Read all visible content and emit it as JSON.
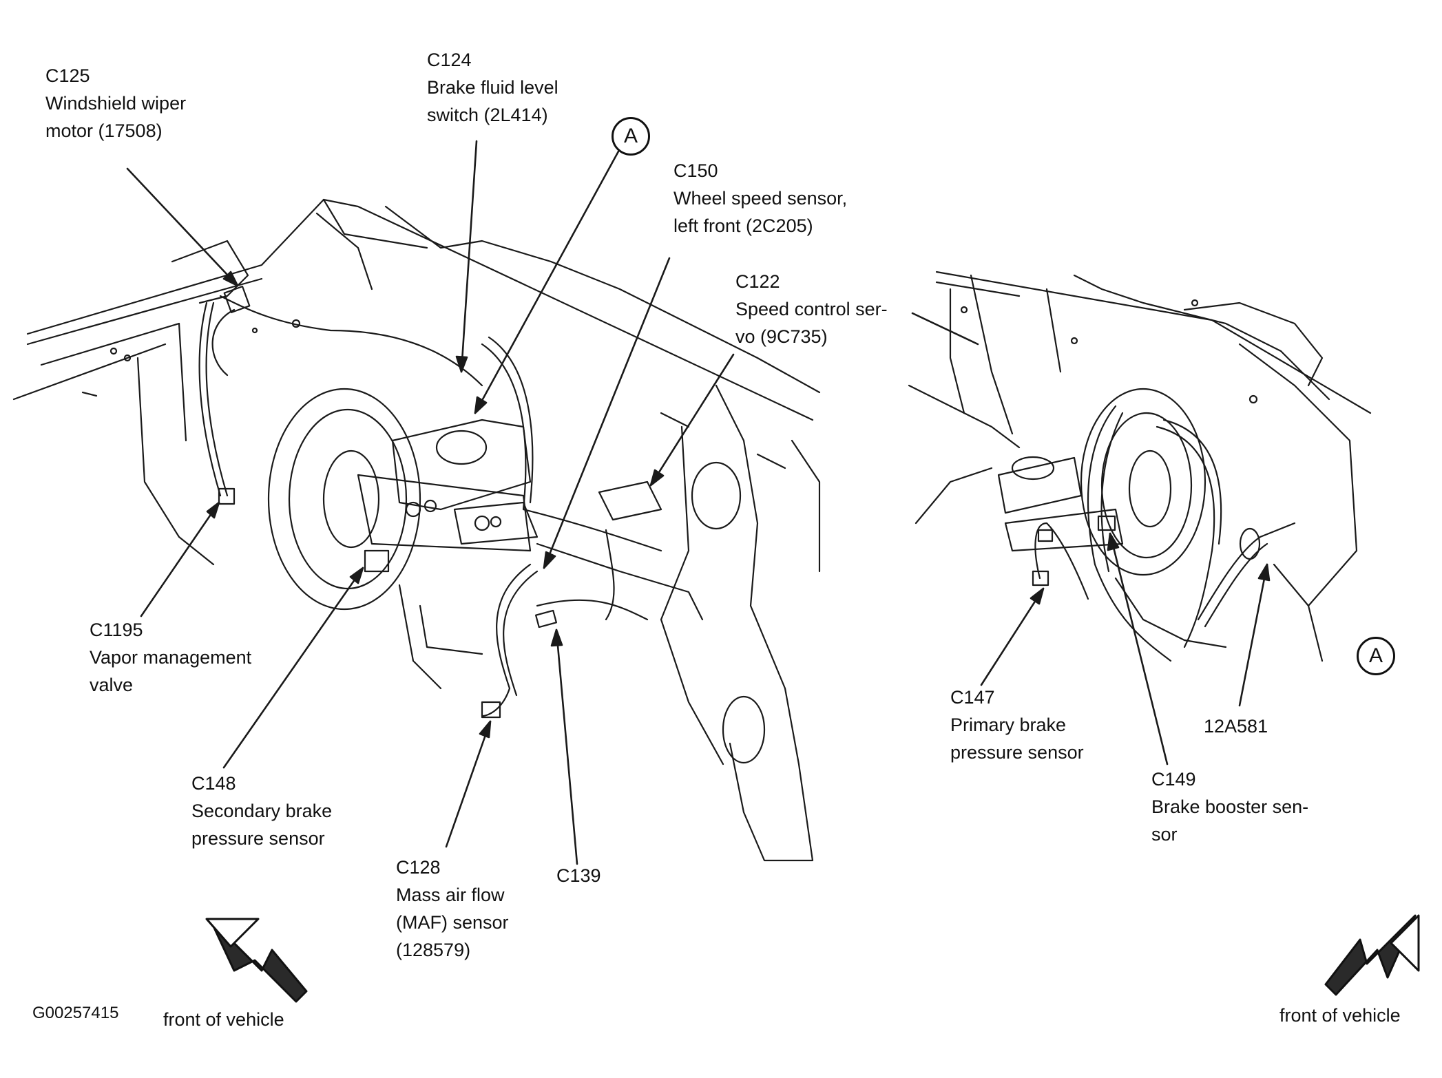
{
  "figure_id": "G00257415",
  "direction_caption_left": "front of vehicle",
  "direction_caption_right": "front of vehicle",
  "view_marker": "A",
  "callouts": {
    "c125": {
      "code": "C125",
      "line1": "Windshield wiper",
      "line2": "motor (17508)"
    },
    "c124": {
      "code": "C124",
      "line1": "Brake fluid level",
      "line2": "switch (2L414)"
    },
    "c150": {
      "code": "C150",
      "line1": "Wheel speed sensor,",
      "line2": "left front (2C205)"
    },
    "c122": {
      "code": "C122",
      "line1": "Speed control ser-",
      "line2": "vo (9C735)"
    },
    "c1195": {
      "code": "C1195",
      "line1": "Vapor management",
      "line2": "valve"
    },
    "c148": {
      "code": "C148",
      "line1": "Secondary brake",
      "line2": "pressure sensor"
    },
    "c128": {
      "code": "C128",
      "line1": "Mass air flow",
      "line2": "(MAF) sensor",
      "line3": "(128579)"
    },
    "c139": {
      "code": "C139"
    },
    "c147": {
      "code": "C147",
      "line1": "Primary brake",
      "line2": "pressure sensor"
    },
    "c149": {
      "code": "C149",
      "line1": "Brake booster sen-",
      "line2": "sor"
    },
    "part_12a581": {
      "code": "12A581"
    }
  }
}
